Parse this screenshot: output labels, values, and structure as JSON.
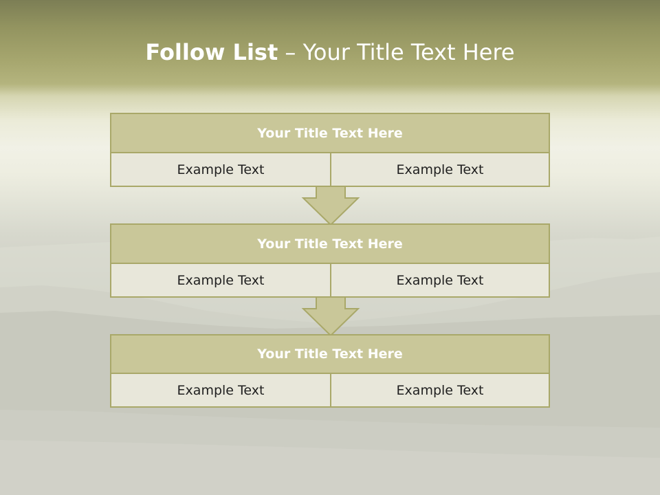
{
  "slide": {
    "title_bold": "Follow List",
    "title_rest": " – Your Title Text Here"
  },
  "steps": [
    {
      "title": "Your Title Text Here",
      "left": "Example Text",
      "right": "Example Text"
    },
    {
      "title": "Your Title Text Here",
      "left": "Example Text",
      "right": "Example Text"
    },
    {
      "title": "Your Title Text Here",
      "left": "Example Text",
      "right": "Example Text"
    }
  ],
  "colors": {
    "header_fill": "#c9c799",
    "border": "#a9a869",
    "cell_fill": "#e8e7da",
    "arrow_fill": "#c9c799"
  }
}
